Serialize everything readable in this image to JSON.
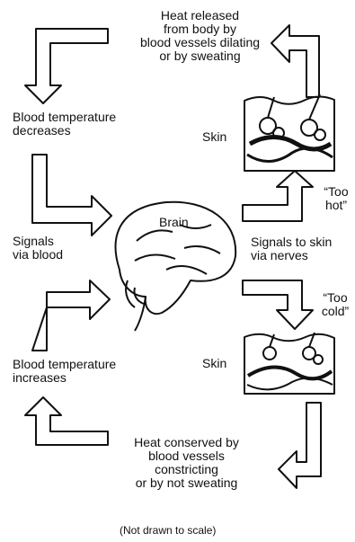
{
  "labels": {
    "heat_released": [
      "Heat released",
      "from body by",
      "blood vessels dilating",
      "or by sweating"
    ],
    "blood_temp_decreases": [
      "Blood temperature",
      "decreases"
    ],
    "skin_top": "Skin",
    "too_hot": [
      "“Too",
      "hot”"
    ],
    "brain": "Brain",
    "signals_blood": [
      "Signals",
      "via blood"
    ],
    "signals_skin": [
      "Signals to skin",
      "via nerves"
    ],
    "too_cold": [
      "“Too",
      "cold”"
    ],
    "skin_bottom": "Skin",
    "blood_temp_increases": [
      "Blood temperature",
      "increases"
    ],
    "heat_conserved": [
      "Heat conserved by",
      "blood vessels",
      "constricting",
      "or by not sweating"
    ],
    "footnote": "(Not drawn to scale)"
  },
  "icons": {
    "brain": "brain-icon",
    "skin": "skin-cross-section-icon",
    "arrow": "hollow-arrow-icon"
  },
  "colors": {
    "ink": "#111111",
    "background": "#ffffff"
  }
}
